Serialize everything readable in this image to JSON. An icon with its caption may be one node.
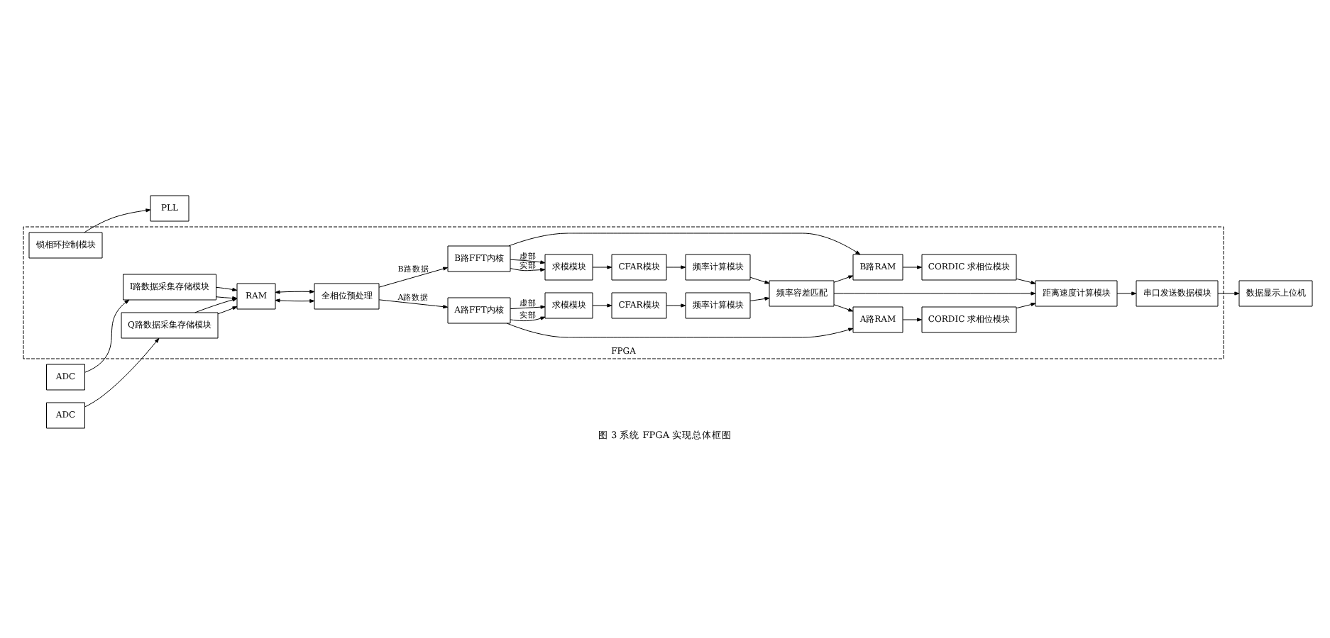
{
  "diagram": {
    "caption": "图 3 系统 FPGA 实现总体框图",
    "nodes": [
      {
        "text": [
          "FPGA"
        ]
      },
      {
        "text": [
          "PLL"
        ]
      },
      {
        "text": [
          "锁相环控制模块"
        ],
        "in": 0
      },
      {
        "text": [
          "ADC"
        ]
      },
      {
        "text": [
          "ADC"
        ]
      },
      {
        "text": [
          "I路数据采集存储模块"
        ],
        "in": 0
      },
      {
        "text": [
          "Q路数据采集存储模块"
        ],
        "in": 0
      },
      {
        "text": [
          "RAM"
        ],
        "in": 0
      },
      {
        "text": [
          "全相位预处理"
        ],
        "in": 0
      },
      {
        "text": [
          "A路FFT内核"
        ],
        "in": 0
      },
      {
        "text": [
          "B路FFT内核"
        ],
        "in": 0
      },
      {
        "text": [
          "求模模块"
        ],
        "in": 0
      },
      {
        "text": [
          "求模模块"
        ],
        "in": 0
      },
      {
        "text": [
          "CFAR模块"
        ],
        "in": 0
      },
      {
        "text": [
          "CFAR模块"
        ],
        "in": 0
      },
      {
        "text": [
          "频率计算模块"
        ],
        "in": 0
      },
      {
        "text": [
          "频率计算模块"
        ],
        "in": 0
      },
      {
        "text": [
          "频率容差匹配"
        ],
        "in": 0
      },
      {
        "text": [
          "A路RAM"
        ],
        "in": 0
      },
      {
        "text": [
          "B路RAM"
        ],
        "in": 0
      },
      {
        "text": [
          "CORDIC 求相位模块"
        ],
        "in": 0
      },
      {
        "text": [
          "CORDIC 求相位模块"
        ],
        "in": 0
      },
      {
        "text": [
          "距离速度计算模块"
        ],
        "in": 0
      },
      {
        "text": [
          "串口发送数据模块"
        ],
        "in": 0
      },
      {
        "text": [
          "数据显示上位机"
        ]
      }
    ],
    "edges": [
      {
        "from": 2,
        "to": 1,
        "arrow": "to"
      },
      {
        "from": 3,
        "to": 5,
        "arrow": "to"
      },
      {
        "from": 4,
        "to": 6,
        "arrow": "to"
      },
      {
        "from": 5,
        "to": 7,
        "arrow": "to"
      },
      {
        "from": 5,
        "to": 7,
        "arrow": "to"
      },
      {
        "from": 6,
        "to": 7,
        "arrow": "to"
      },
      {
        "from": 6,
        "to": 7,
        "arrow": "to"
      },
      {
        "from": 7,
        "to": 8,
        "arrow": "both"
      },
      {
        "from": 7,
        "to": 8,
        "arrow": "both"
      },
      {
        "from": 8,
        "to": 9,
        "arrow": "to",
        "label": "A路数据"
      },
      {
        "from": 8,
        "to": 10,
        "arrow": "to",
        "label": "B路数据"
      },
      {
        "from": 9,
        "to": 11,
        "arrow": "to",
        "label": "实部"
      },
      {
        "from": 9,
        "to": 11,
        "arrow": "to",
        "label": "虚部"
      },
      {
        "from": 10,
        "to": 12,
        "arrow": "to",
        "label": "实部"
      },
      {
        "from": 10,
        "to": 12,
        "arrow": "to",
        "label": "虚部"
      },
      {
        "from": 11,
        "to": 13,
        "arrow": "to"
      },
      {
        "from": 12,
        "to": 14,
        "arrow": "to"
      },
      {
        "from": 13,
        "to": 15,
        "arrow": "to"
      },
      {
        "from": 14,
        "to": 16,
        "arrow": "to"
      },
      {
        "from": 15,
        "to": 17,
        "arrow": "to"
      },
      {
        "from": 16,
        "to": 17,
        "arrow": "to"
      },
      {
        "from": 9,
        "to": 18,
        "arrow": "to"
      },
      {
        "from": 10,
        "to": 19,
        "arrow": "to"
      },
      {
        "from": 17,
        "to": 18,
        "arrow": "to"
      },
      {
        "from": 17,
        "to": 19,
        "arrow": "to"
      },
      {
        "from": 18,
        "to": 20,
        "arrow": "to"
      },
      {
        "from": 19,
        "to": 21,
        "arrow": "to"
      },
      {
        "from": 20,
        "to": 22,
        "arrow": "to"
      },
      {
        "from": 21,
        "to": 22,
        "arrow": "to"
      },
      {
        "from": 17,
        "to": 22,
        "arrow": "to"
      },
      {
        "from": 22,
        "to": 23,
        "arrow": "to"
      },
      {
        "from": 23,
        "to": 24,
        "arrow": "to"
      }
    ]
  }
}
